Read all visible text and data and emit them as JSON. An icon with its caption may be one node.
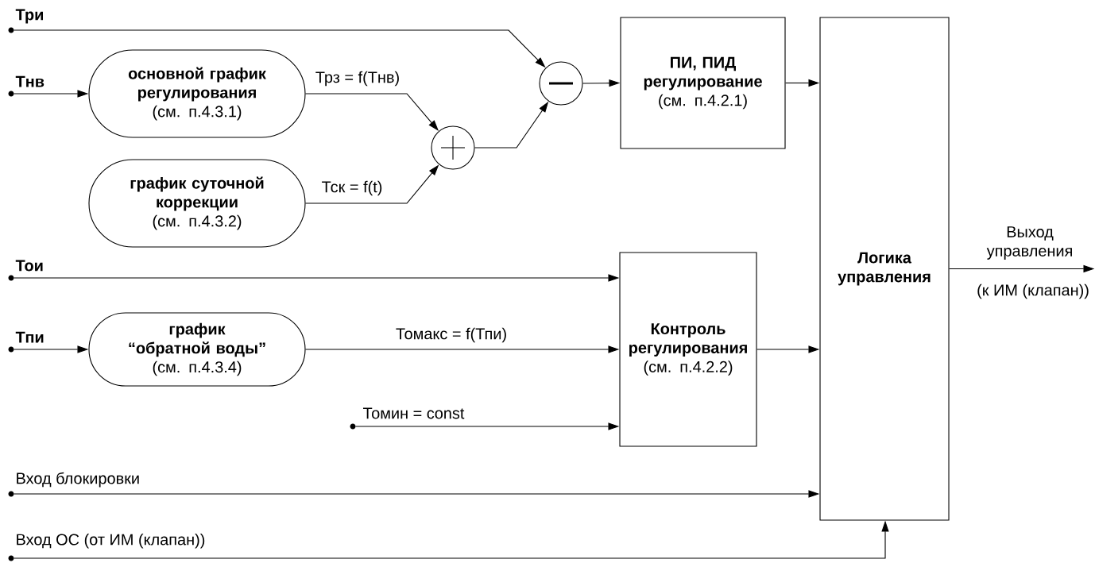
{
  "diagram": {
    "nodes": [
      {
        "text": [
          "основной график регулирования",
          "(см. п.4.3.1)"
        ]
      },
      {
        "text": [
          "график суточной коррекции",
          "(см. п.4.3.2)"
        ]
      },
      {
        "text": [
          "график “обратной воды”",
          "(см. п.4.3.4)"
        ]
      },
      {
        "text": [],
        "shape": "circle"
      },
      {
        "text": [],
        "shape": "circle"
      },
      {
        "text": [
          "ПИ, ПИД регулирование",
          "(см. п.4.2.1)"
        ]
      },
      {
        "text": [
          "Контроль регулирования",
          "(см. п.4.2.2)"
        ]
      },
      {
        "text": [
          "Логика управления"
        ]
      },
      {
        "text": [
          "Три"
        ]
      },
      {
        "text": [
          "Тнв"
        ]
      },
      {
        "text": [
          "Тои"
        ]
      },
      {
        "text": [
          "Тпи"
        ]
      },
      {
        "text": [
          "Томин = const"
        ]
      },
      {
        "text": [
          "Вход блокировки"
        ]
      },
      {
        "text": [
          "Вход ОС  (от ИМ (клапан))"
        ]
      },
      {
        "text": [
          "(к ИМ (клапан))"
        ]
      }
    ],
    "edges": [
      {
        "from": 8,
        "to": 4,
        "arrow": "to"
      },
      {
        "from": 9,
        "to": 0,
        "arrow": "to"
      },
      {
        "from": 0,
        "to": 3,
        "arrow": "to",
        "label": "Трз = f(Тнв)"
      },
      {
        "from": 1,
        "to": 3,
        "arrow": "to",
        "label": "Тск = f(t)"
      },
      {
        "from": 3,
        "to": 4,
        "arrow": "to"
      },
      {
        "from": 4,
        "to": 5,
        "arrow": "to"
      },
      {
        "from": 5,
        "to": 7,
        "arrow": "to"
      },
      {
        "from": 10,
        "to": 6,
        "arrow": "to"
      },
      {
        "from": 11,
        "to": 2,
        "arrow": "to"
      },
      {
        "from": 2,
        "to": 6,
        "arrow": "to",
        "label": "Томакс = f(Тпи)"
      },
      {
        "from": 12,
        "to": 6,
        "arrow": "to"
      },
      {
        "from": 6,
        "to": 7,
        "arrow": "to"
      },
      {
        "from": 13,
        "to": 7,
        "arrow": "to"
      },
      {
        "from": 14,
        "to": 7,
        "arrow": "to"
      },
      {
        "from": 7,
        "to": 15,
        "arrow": "to",
        "label": "Выход управления"
      }
    ]
  }
}
